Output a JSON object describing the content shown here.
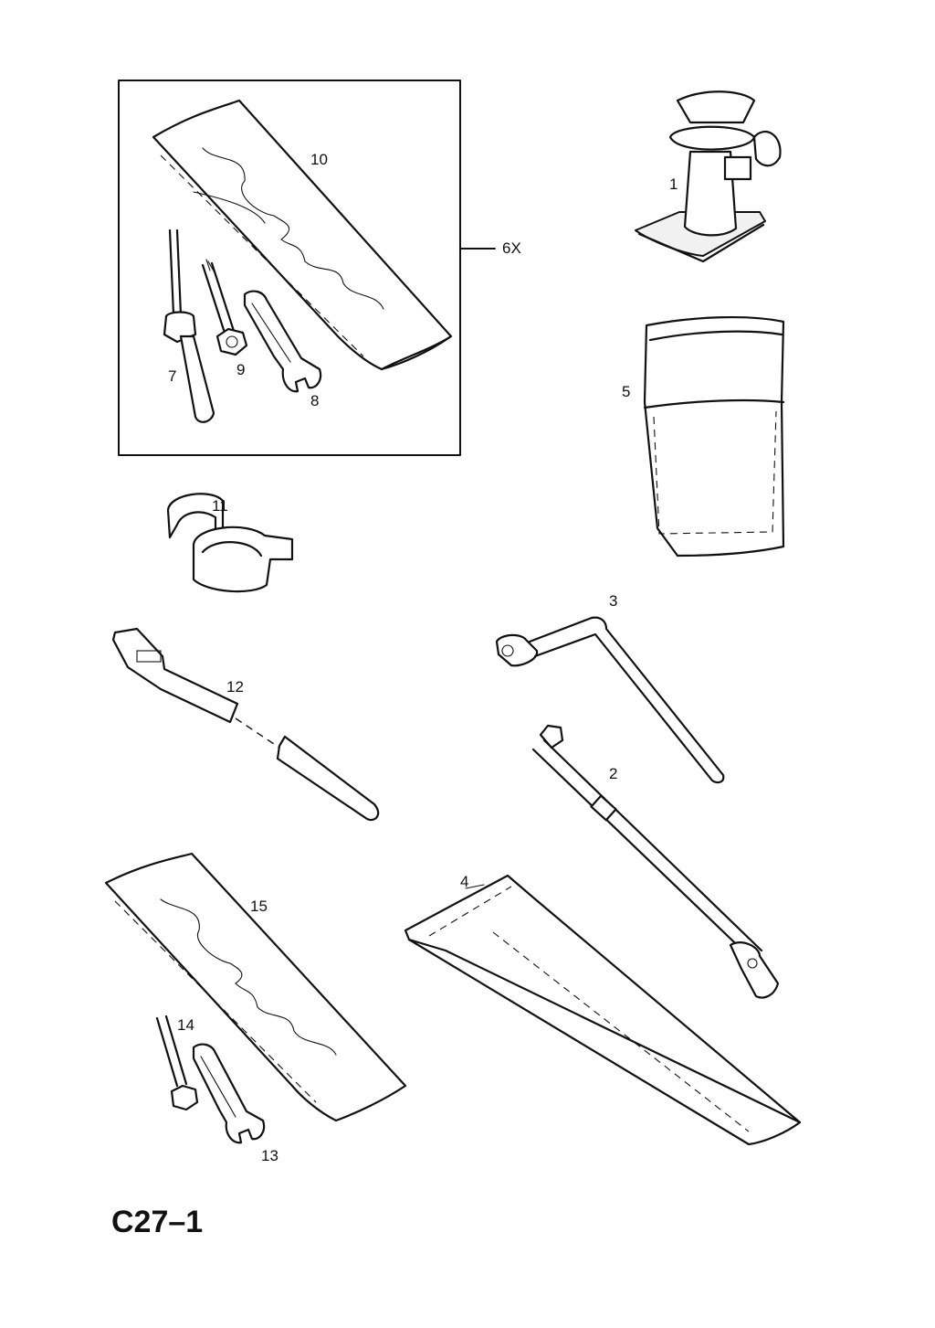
{
  "diagram": {
    "page_code": "C27–1",
    "group_label": "6X",
    "callouts": {
      "jack": "1",
      "jack_handle": "2",
      "wheel_brace": "3",
      "tool_wrap_large": "4",
      "jack_bag": "5",
      "screwdriver": "7",
      "spanner": "8",
      "towing_eye_bolt": "9",
      "tool_pouch": "10",
      "clips": "11",
      "cable_tie": "12",
      "spanner_2": "13",
      "bolt_2": "14",
      "tool_pouch_2": "15"
    }
  }
}
